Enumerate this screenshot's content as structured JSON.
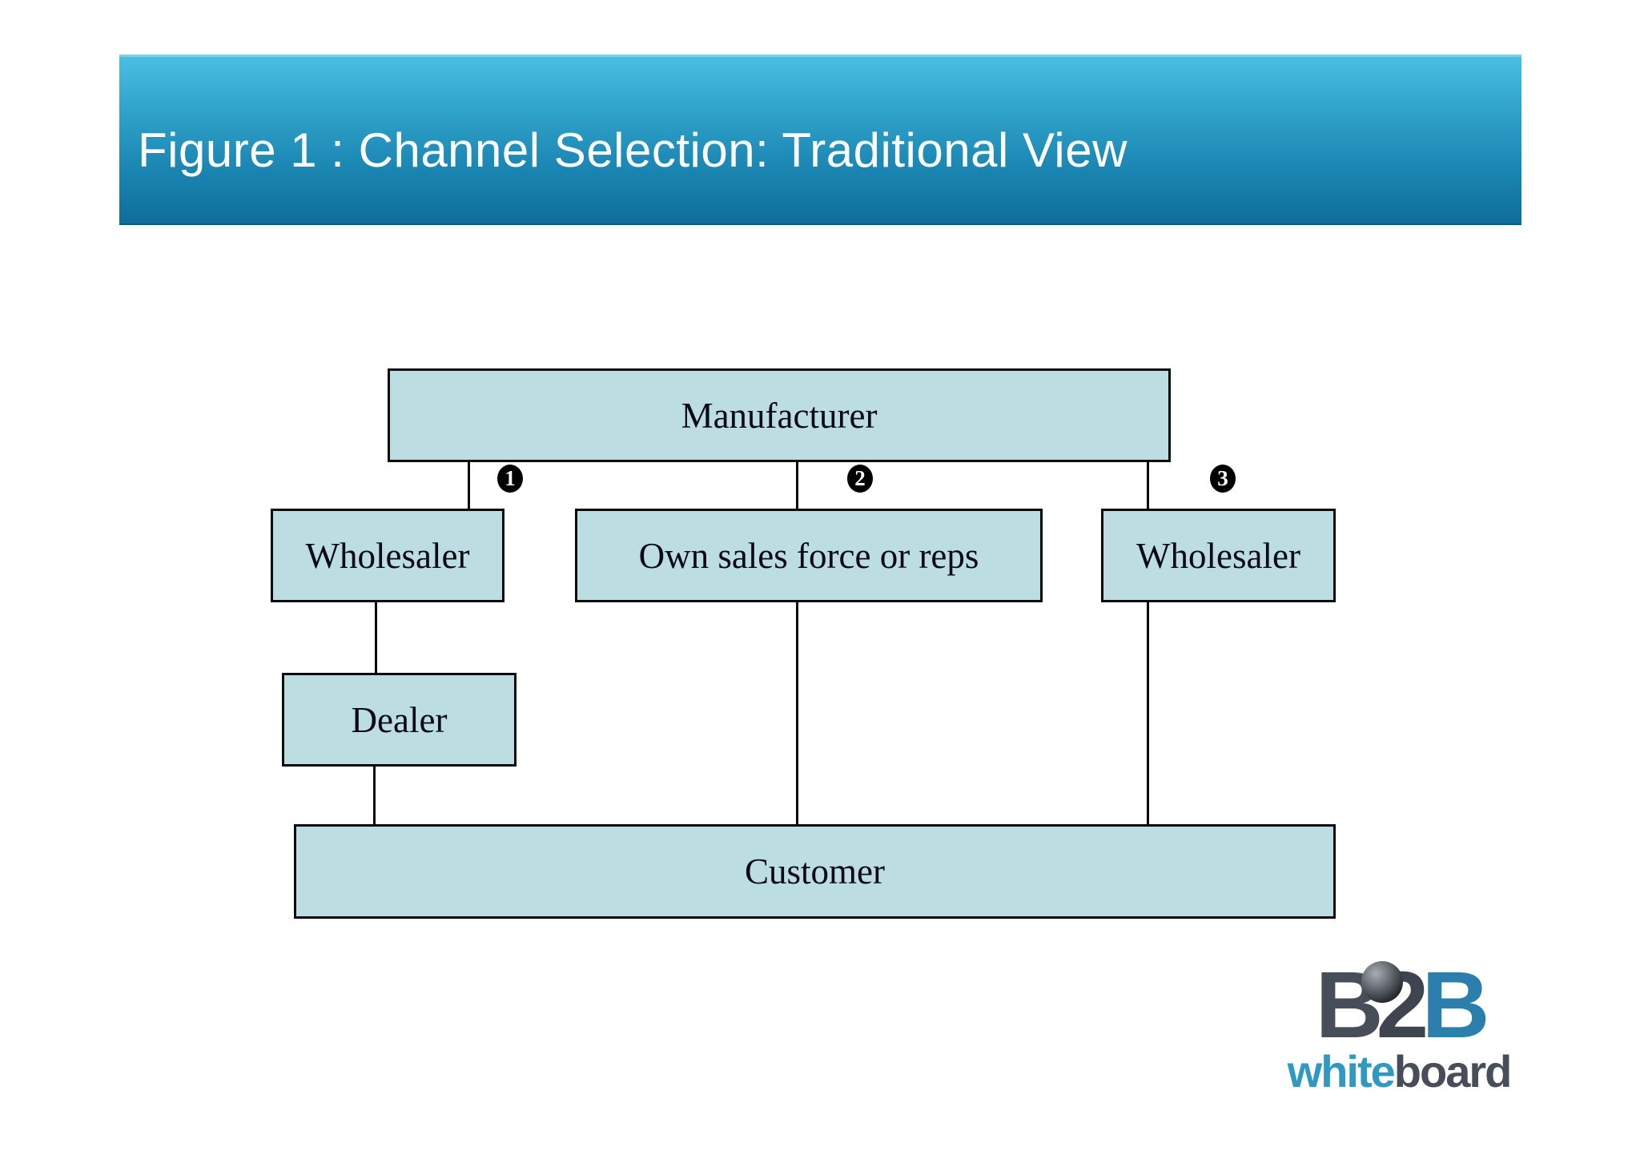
{
  "slide": {
    "title": "Figure 1 : Channel Selection: Traditional View"
  },
  "diagram": {
    "nodes": [
      {
        "id": "manufacturer",
        "label": "Manufacturer"
      },
      {
        "id": "wholesaler-left",
        "label": "Wholesaler"
      },
      {
        "id": "own-sales-force",
        "label": "Own sales force or reps"
      },
      {
        "id": "wholesaler-right",
        "label": "Wholesaler"
      },
      {
        "id": "dealer",
        "label": "Dealer"
      },
      {
        "id": "customer",
        "label": "Customer"
      }
    ],
    "channel_markers": [
      {
        "number": "1",
        "style": "negative-circled-digit"
      },
      {
        "number": "2",
        "style": "negative-circled-digit"
      },
      {
        "number": "3",
        "style": "negative-circled-digit"
      }
    ],
    "edges": [
      {
        "from": "manufacturer",
        "to": "wholesaler-left",
        "marker": "1"
      },
      {
        "from": "manufacturer",
        "to": "own-sales-force",
        "marker": "2"
      },
      {
        "from": "manufacturer",
        "to": "wholesaler-right",
        "marker": "3"
      },
      {
        "from": "wholesaler-left",
        "to": "dealer"
      },
      {
        "from": "dealer",
        "to": "customer"
      },
      {
        "from": "own-sales-force",
        "to": "customer"
      },
      {
        "from": "wholesaler-right",
        "to": "customer"
      }
    ],
    "colors": {
      "box_fill": "#bcdde2",
      "box_border": "#0a0a0a",
      "connector": "#0a0a0a",
      "marker_fill": "#000000",
      "marker_digit": "#ffffff"
    }
  },
  "banner": {
    "gradient_top": "#49c0e1",
    "gradient_bottom": "#0e6d99",
    "title_color": "#ffffff"
  },
  "logo": {
    "b1": "B",
    "two": "2",
    "b2": "B",
    "white": "white",
    "board": "board",
    "colors": {
      "b_dark": "#474e59",
      "b_blue": "#2b7fad",
      "white_text": "#2e9ac3",
      "board_text": "#474e59"
    }
  }
}
